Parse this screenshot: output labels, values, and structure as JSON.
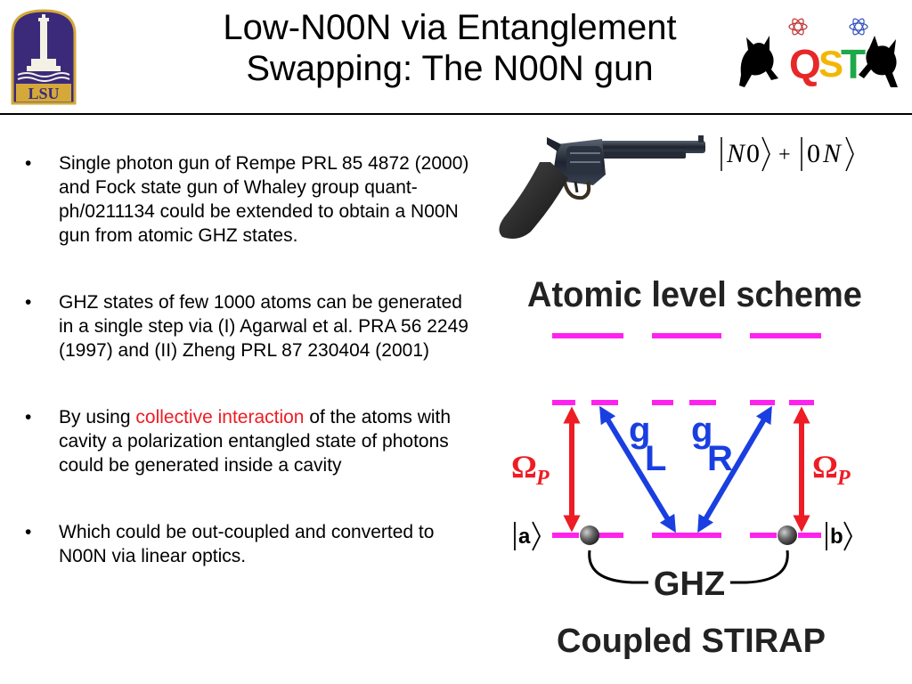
{
  "title": {
    "line1": "Low-N00N via Entanglement",
    "line2": "Swapping: The N00N gun"
  },
  "logos": {
    "left_text": "LSU",
    "right_text": "QST"
  },
  "bullets": [
    {
      "marker": "•",
      "text": "Single photon gun of Rempe PRL 85 4872 (2000) and Fock state gun of Whaley group quant-ph/0211134 could be extended to obtain a N00N gun from atomic GHZ states."
    },
    {
      "marker": "•",
      "text": "GHZ states of few 1000 atoms can be generated in a single step via (I) Agarwal et al. PRA 56 2249 (1997) and (II) Zheng PRL 87 230404 (2001)"
    },
    {
      "marker": "•",
      "text_before": "By using ",
      "highlight": "collective interaction",
      "text_after": " of the atoms with cavity a polarization entangled state of photons could be generated inside a cavity"
    },
    {
      "marker": "•",
      "text": "Which could be out-coupled and converted to N00N via linear optics."
    }
  ],
  "equation": {
    "n": "N",
    "zero": "0",
    "plus": "+"
  },
  "scheme": {
    "title": "Atomic level scheme",
    "omega": "Ω",
    "p": "P",
    "g": "g",
    "l": "L",
    "r": "R",
    "ket_a": "a",
    "ket_b": "b",
    "ghz": "GHZ",
    "caption": "Coupled STIRAP"
  },
  "colors": {
    "highlight": "#ee1c24",
    "level_lines": "#ff22ee",
    "red_arrows": "#ee1c24",
    "blue_arrows": "#1a3fe0"
  }
}
